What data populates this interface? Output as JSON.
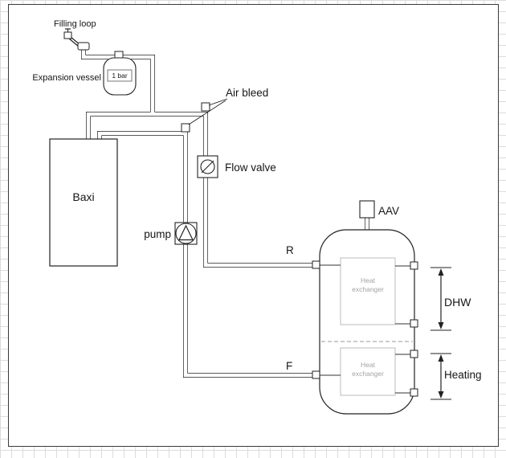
{
  "labels": {
    "filling_loop": "Filling loop",
    "expansion_vessel": "Expansion vessel",
    "pressure": "1 bar",
    "boiler": "Baxi",
    "air_bleed": "Air bleed",
    "flow_valve": "Flow valve",
    "pump": "pump",
    "aav": "AAV",
    "return_marker": "R",
    "flow_marker": "F",
    "dhw": "DHW",
    "heating": "Heating",
    "hx_upper": {
      "line1": "Heat",
      "line2": "exchanger"
    },
    "hx_lower": {
      "line1": "Heat",
      "line2": "exchanger"
    }
  },
  "colors": {
    "pipe_line": "#222222",
    "grid_line": "#dcdcdc",
    "canvas_bg": "#ffffff",
    "hx_border": "#bbbbbb",
    "hx_text": "#a3a3a3",
    "divider": "#9a9a9a"
  }
}
